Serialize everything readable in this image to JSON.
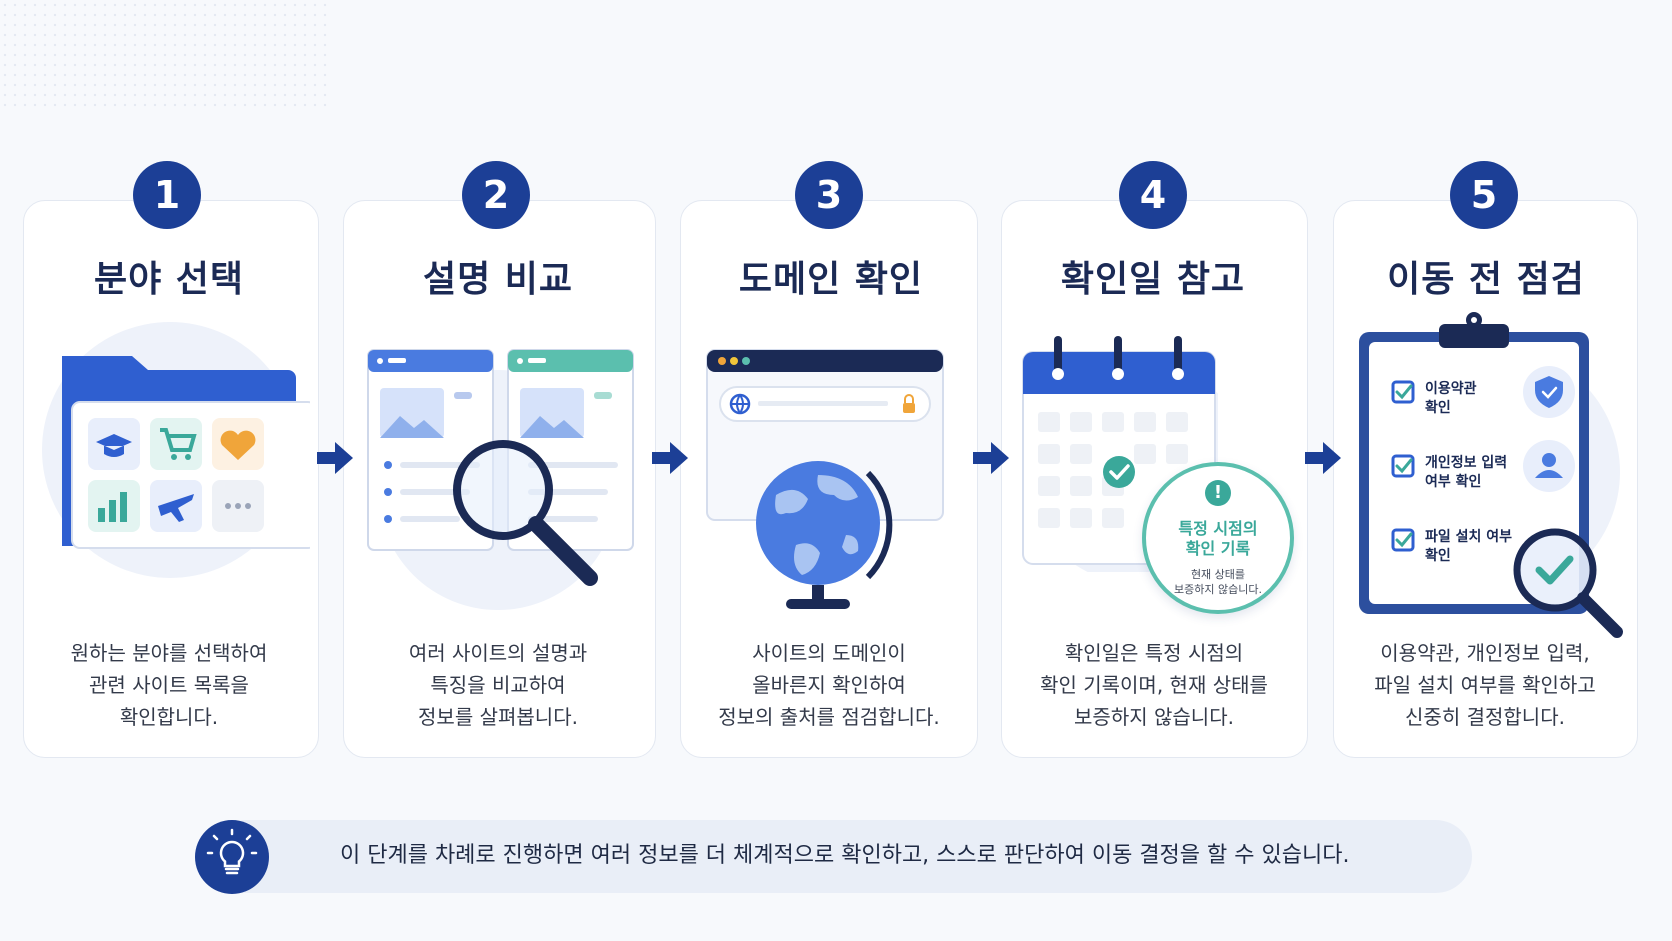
{
  "steps": [
    {
      "number": "1",
      "title": "분야 선택",
      "desc": [
        "원하는 분야를 선택하여",
        "관련 사이트 목록을",
        "확인합니다."
      ]
    },
    {
      "number": "2",
      "title": "설명 비교",
      "desc": [
        "여러 사이트의 설명과",
        "특징을 비교하여",
        "정보를 살펴봅니다."
      ]
    },
    {
      "number": "3",
      "title": "도메인 확인",
      "desc": [
        "사이트의 도메인이",
        "올바른지 확인하여",
        "정보의 출처를 점검합니다."
      ]
    },
    {
      "number": "4",
      "title": "확인일 참고",
      "desc": [
        "확인일은 특정 시점의",
        "확인 기록이며, 현재 상태를",
        "보증하지 않습니다."
      ]
    },
    {
      "number": "5",
      "title": "이동 전 점검",
      "desc": [
        "이용약관, 개인정보 입력,",
        "파일 설치 여부를 확인하고",
        "신중히 결정합니다."
      ]
    }
  ],
  "calendar_badge": {
    "title_line1": "특정 시점의",
    "title_line2": "확인 기록",
    "note_line1": "현재 상태를",
    "note_line2": "보증하지 않습니다."
  },
  "checklist": [
    {
      "label_line1": "이용약관",
      "label_line2": "확인",
      "icon": "shield-check-icon"
    },
    {
      "label_line1": "개인정보 입력",
      "label_line2": "여부 확인",
      "icon": "user-icon"
    },
    {
      "label_line1": "파일 설치 여부",
      "label_line2": "확인",
      "icon": "file-icon"
    }
  ],
  "tip": {
    "text": "이 단계를 차례로 진행하면 여러 정보를 더 체계적으로 확인하고, 스스로 판단하여 이동 결정을 할 수 있습니다.",
    "icon": "lightbulb-icon"
  },
  "colors": {
    "primary": "#1c3f96",
    "accent_blue": "#4a7be0",
    "accent_teal": "#3aa89a",
    "card_border": "#e3e8f1"
  }
}
